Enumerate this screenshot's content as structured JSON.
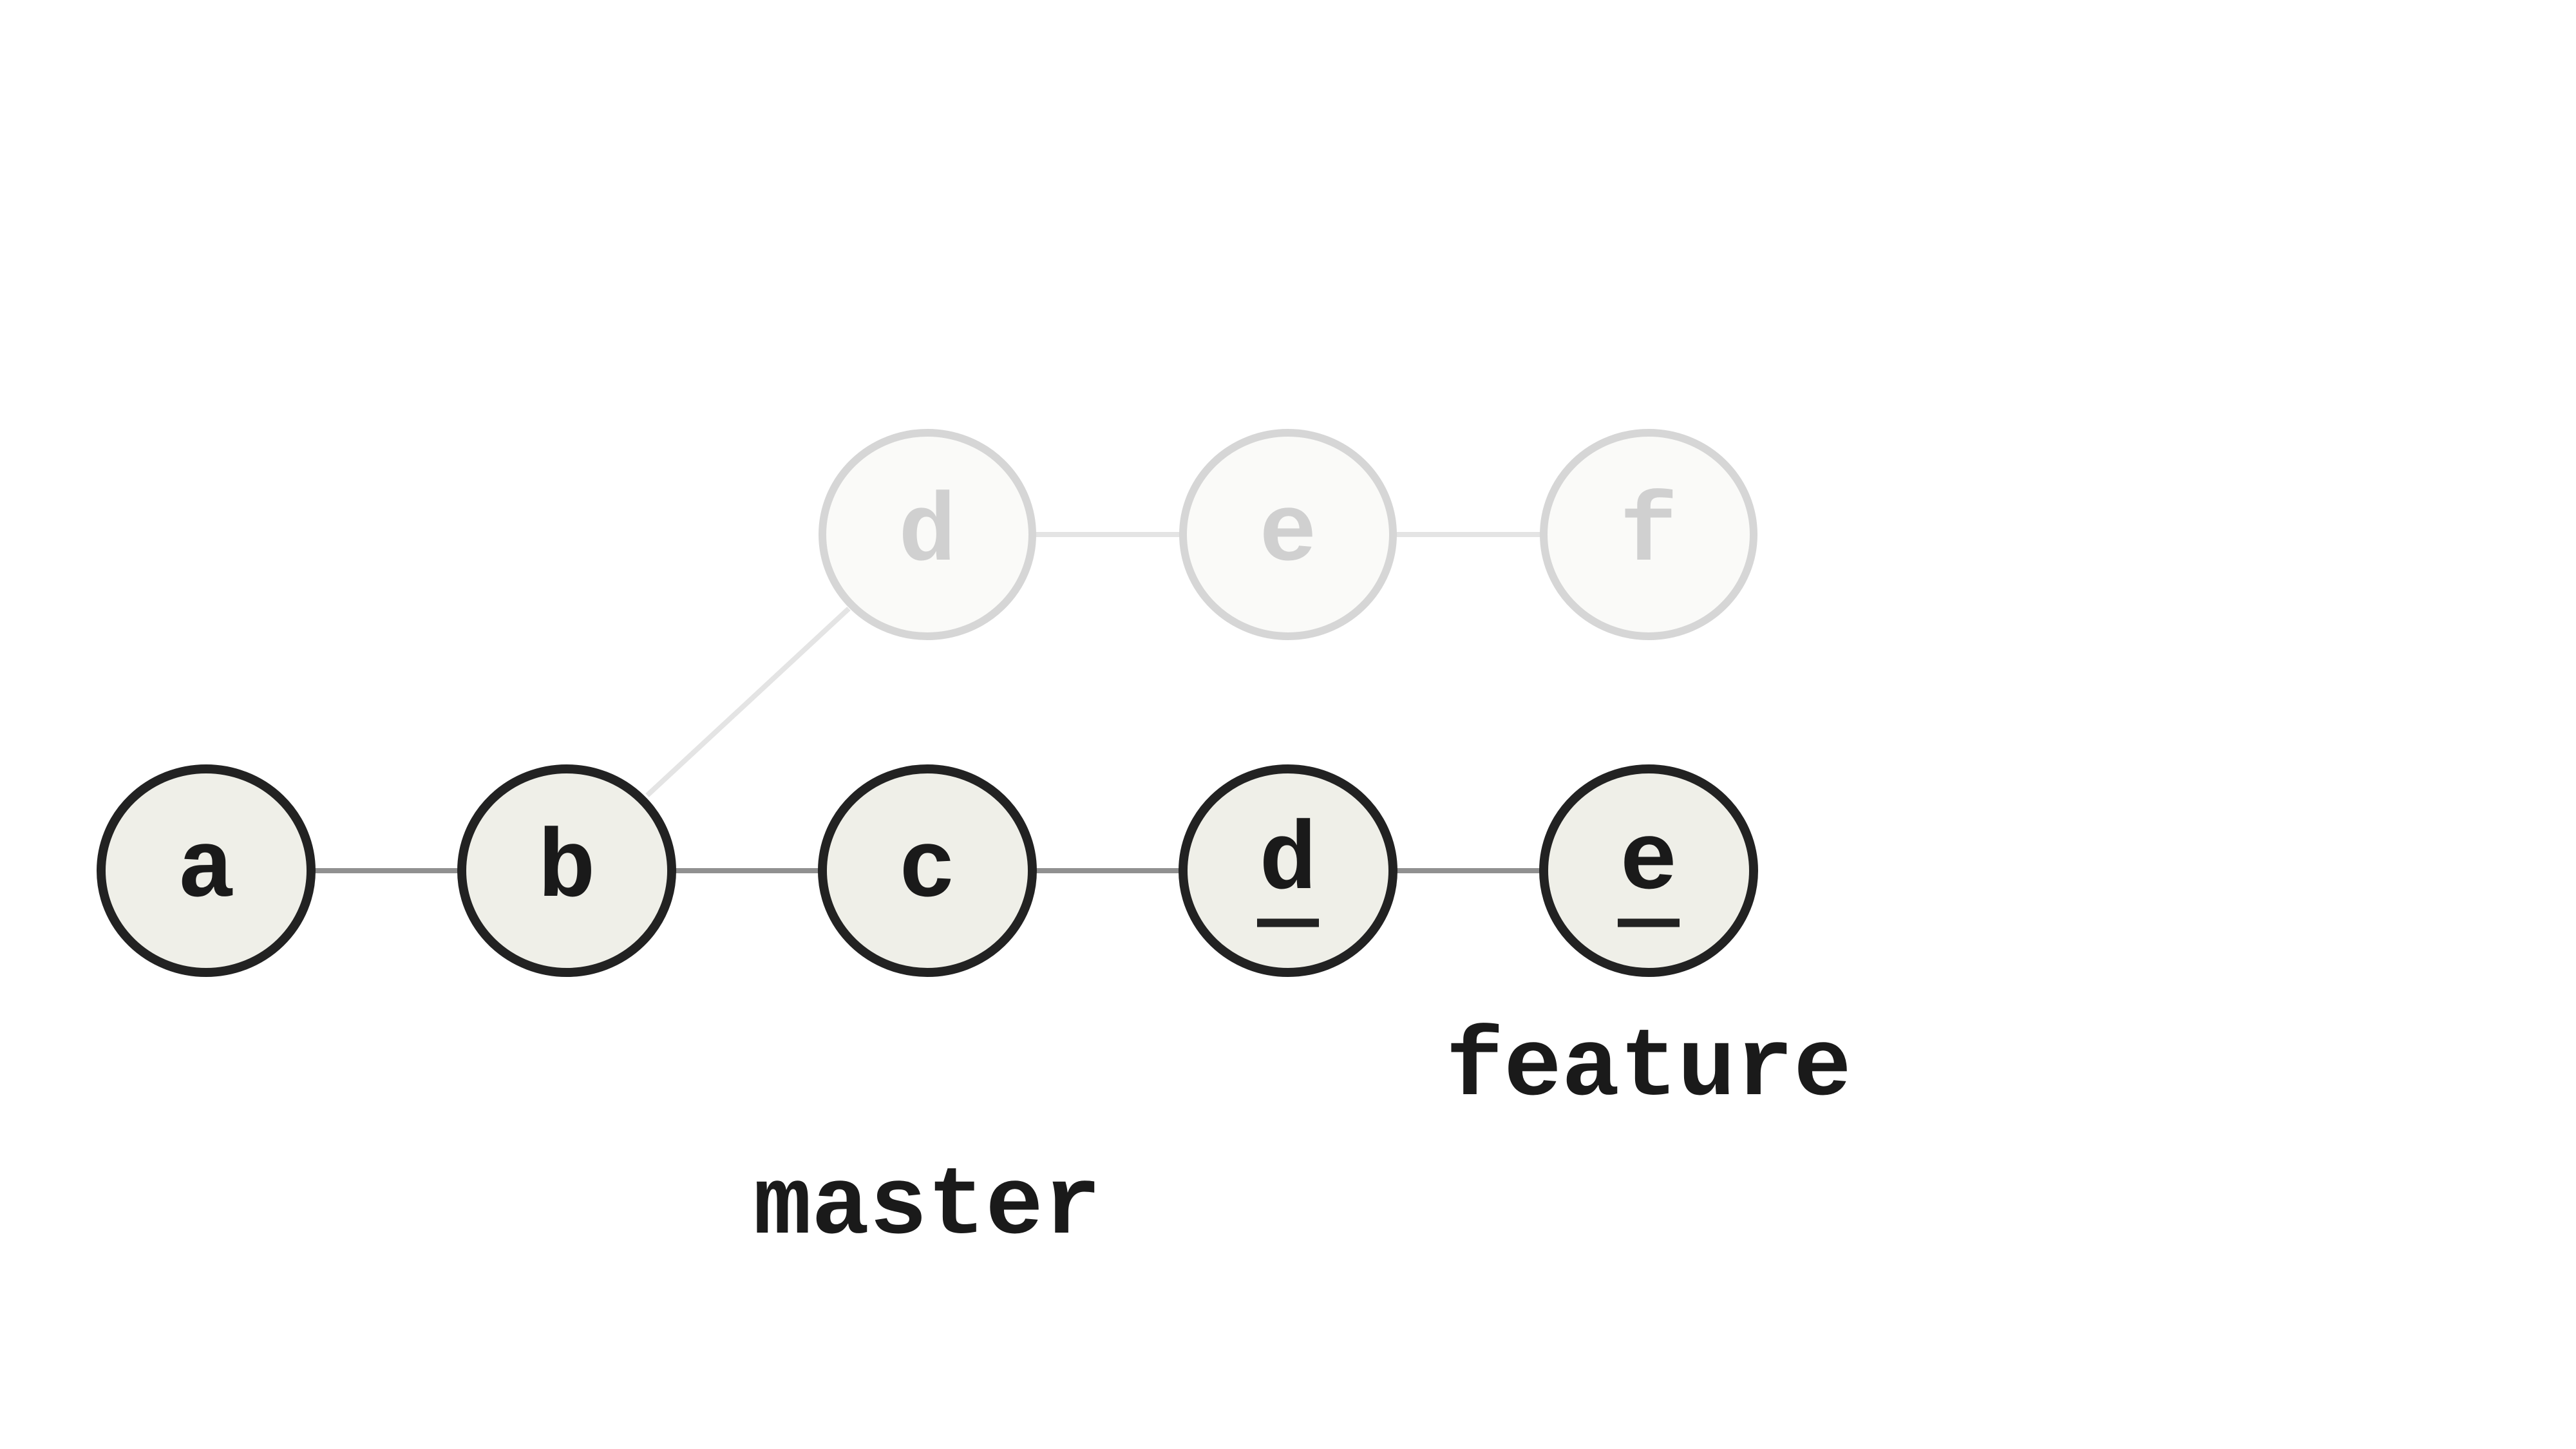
{
  "colors": {
    "background": "#ffffff",
    "active_fill": "#efefe8",
    "active_stroke": "#222222",
    "active_text": "#1a1a1a",
    "active_edge": "#909090",
    "ghost_fill": "#fafaf8",
    "ghost_stroke": "#d6d6d6",
    "ghost_text": "#d0d0d0",
    "ghost_edge": "#e4e4e4"
  },
  "nodes": {
    "main_a": {
      "letter": "a"
    },
    "main_b": {
      "letter": "b"
    },
    "main_c": {
      "letter": "c"
    },
    "main_d": {
      "letter": "d",
      "underlined": true
    },
    "main_e": {
      "letter": "e",
      "underlined": true
    },
    "ghost_d": {
      "letter": "d"
    },
    "ghost_e": {
      "letter": "e"
    },
    "ghost_f": {
      "letter": "f"
    }
  },
  "branches": {
    "master": "master",
    "feature": "feature"
  }
}
